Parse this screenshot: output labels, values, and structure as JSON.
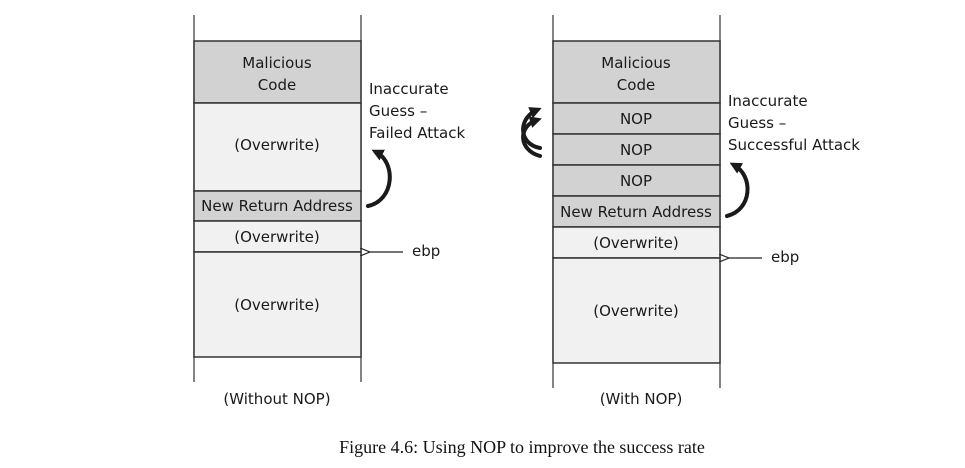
{
  "left_diagram": {
    "blocks": {
      "malicious_line1": "Malicious",
      "malicious_line2": "Code",
      "overwrite_top": "(Overwrite)",
      "return_address": "New Return Address",
      "overwrite_mid": "(Overwrite)",
      "overwrite_bottom": "(Overwrite)"
    },
    "annotation": {
      "line1": "Inaccurate",
      "line2": "Guess –",
      "line3": "Failed Attack"
    },
    "ebp_label": "ebp",
    "caption": "(Without NOP)"
  },
  "right_diagram": {
    "blocks": {
      "malicious_line1": "Malicious",
      "malicious_line2": "Code",
      "nop1": "NOP",
      "nop2": "NOP",
      "nop3": "NOP",
      "return_address": "New Return Address",
      "overwrite_mid": "(Overwrite)",
      "overwrite_bottom": "(Overwrite)"
    },
    "annotation": {
      "line1": "Inaccurate",
      "line2": "Guess –",
      "line3": "Successful Attack"
    },
    "ebp_label": "ebp",
    "caption": "(With NOP)"
  },
  "figure_caption": "Figure 4.6: Using NOP to improve the success rate",
  "colors": {
    "block_gray": "#d2d2d2",
    "block_light": "#f1f1f1",
    "line": "#333333"
  }
}
